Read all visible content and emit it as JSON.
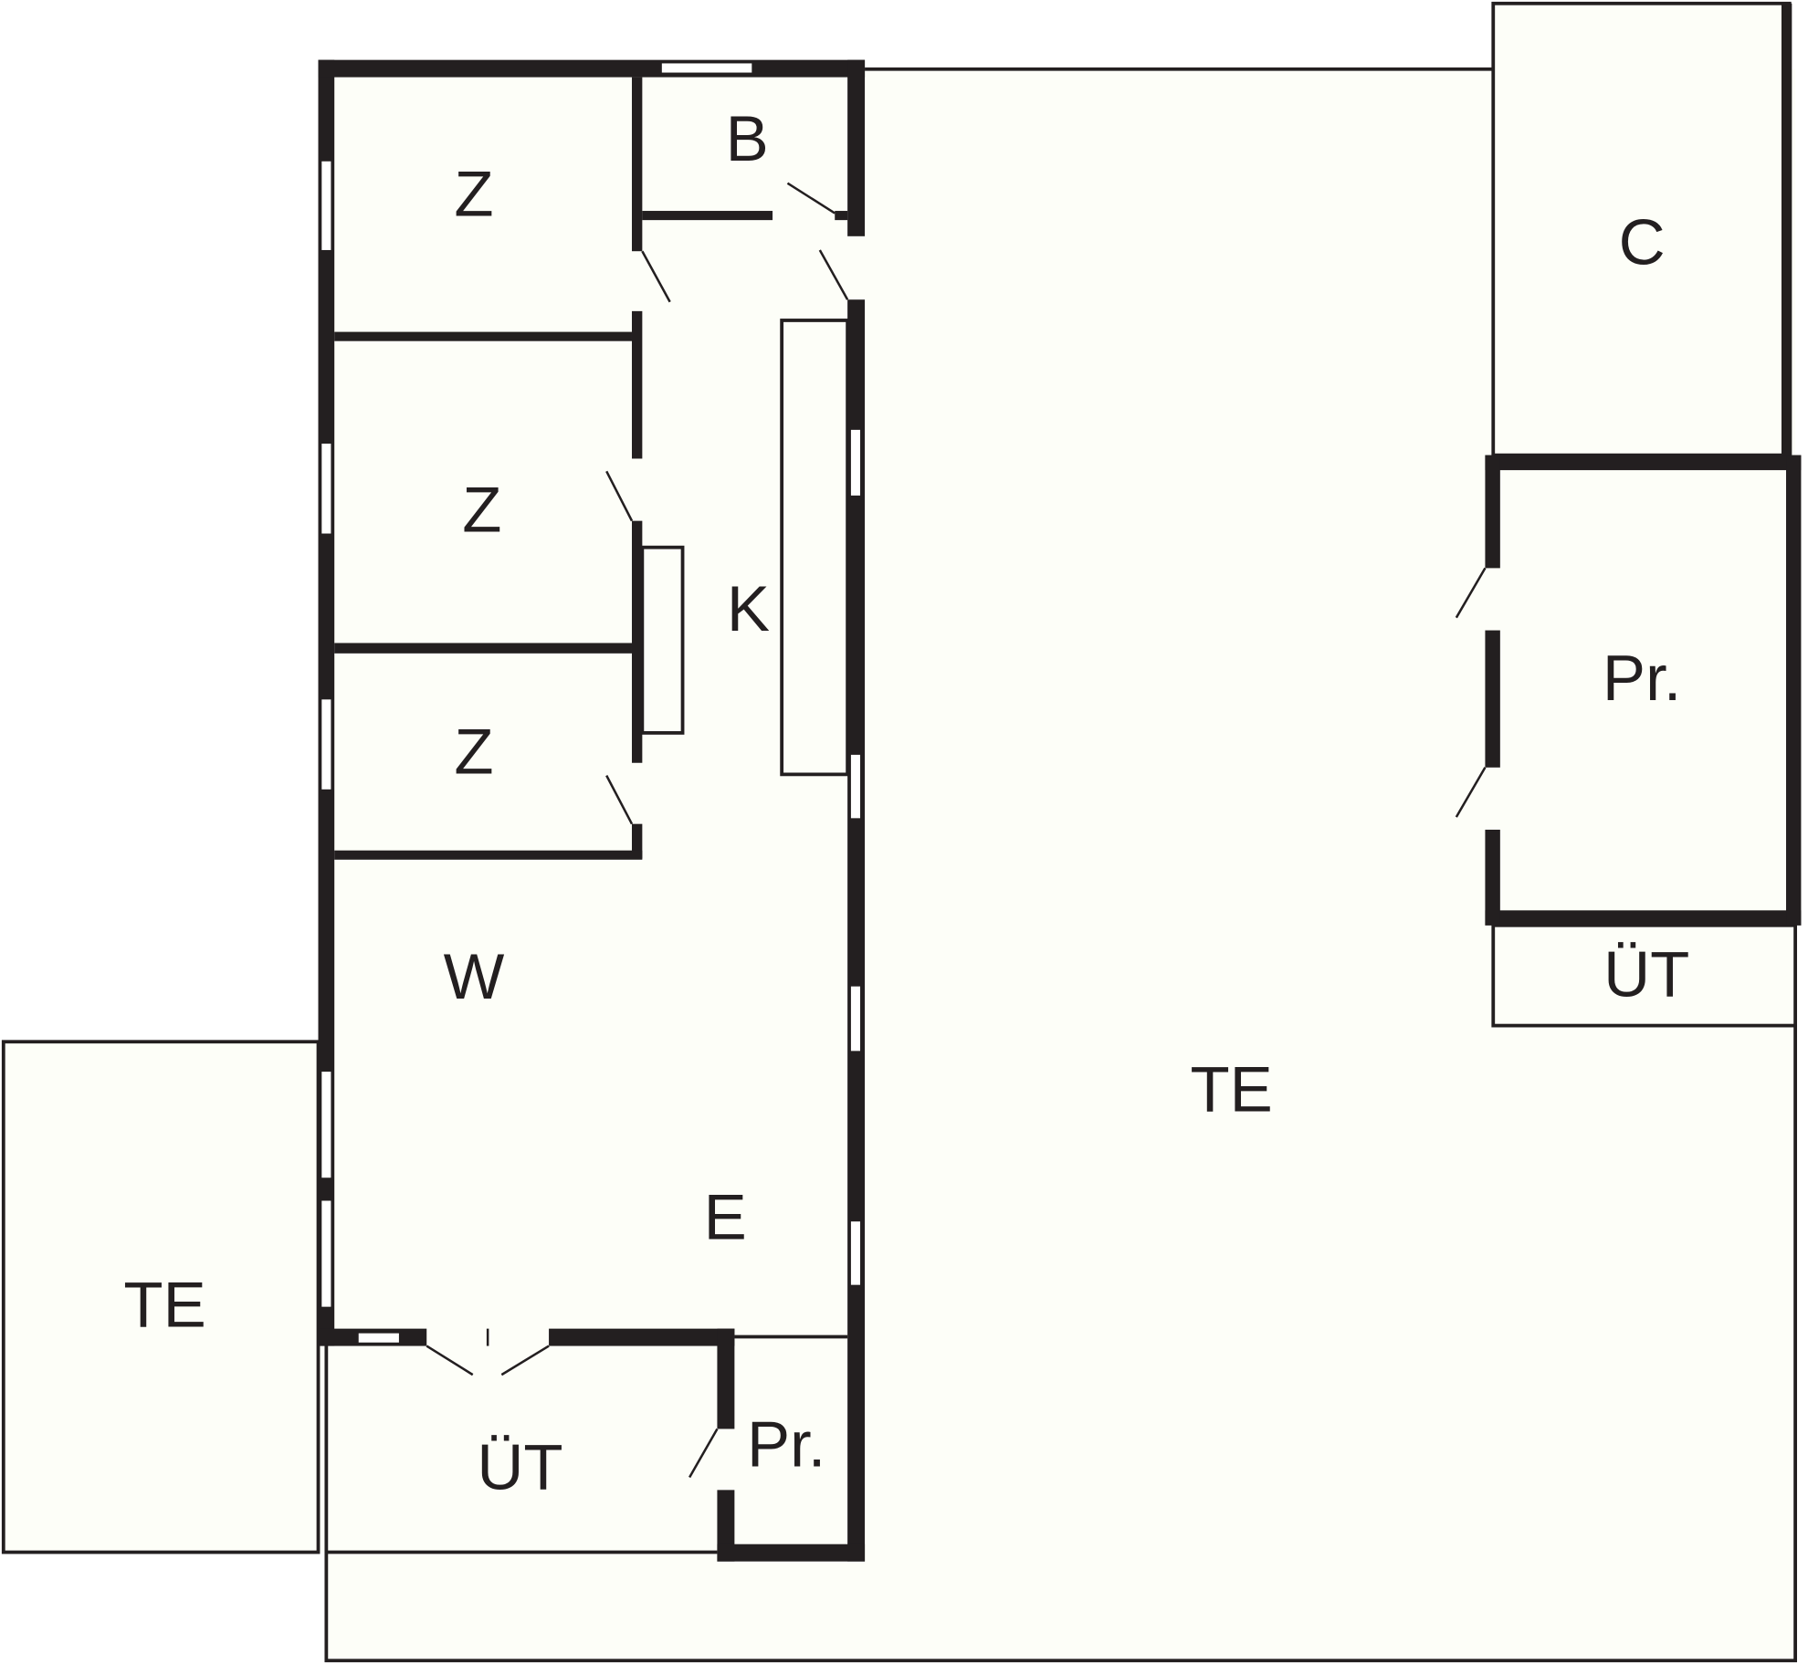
{
  "plan": {
    "title": "Floor plan",
    "colors": {
      "wall": "#231f20",
      "floor": "#fdfef8",
      "background": "#ffffff"
    },
    "rooms": {
      "z1": "Z",
      "z2": "Z",
      "z3": "Z",
      "b": "B",
      "k": "K",
      "w": "W",
      "e": "E",
      "ut_bottom": "ÜT",
      "pr_bottom": "Pr.",
      "te_left": "TE",
      "te_main": "TE",
      "c": "C",
      "pr_right": "Pr.",
      "ut_right": "ÜT"
    }
  }
}
